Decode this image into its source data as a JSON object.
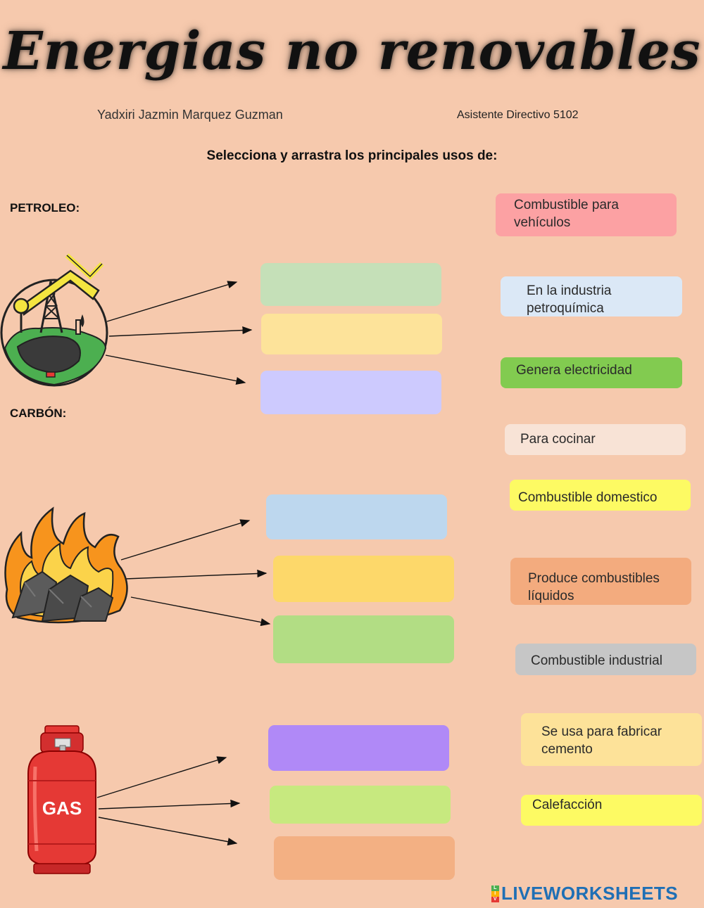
{
  "header": {
    "title": "Energias no renovables",
    "author": "Yadxiri Jazmin Marquez Guzman",
    "role": "Asistente Directivo 5102",
    "instruction": "Selecciona y arrastra los principales usos de:"
  },
  "sections": {
    "petroleo_label": "PETROLEO:",
    "carbon_label": "CARBÓN:"
  },
  "illustrations": {
    "gas_label": "GAS"
  },
  "drop_zones": [
    {
      "color": "#c5e0b8"
    },
    {
      "color": "#fde39a"
    },
    {
      "color": "#cdcafe"
    },
    {
      "color": "#bdd7ee"
    },
    {
      "color": "#fdd86a"
    },
    {
      "color": "#b2dd84"
    },
    {
      "color": "#b089f7"
    },
    {
      "color": "#c7e97f"
    },
    {
      "color": "#f3b083"
    }
  ],
  "options": [
    {
      "label": "Combustible para vehículos",
      "color": "#fca1a3"
    },
    {
      "label": "En la industria petroquímica",
      "color": "#dbe8f6"
    },
    {
      "label": "Genera electricidad",
      "color": "#82cb50"
    },
    {
      "label": "Para cocinar",
      "color": "#f8e3d6"
    },
    {
      "label": "Combustible domestico",
      "color": "#fdfa63"
    },
    {
      "label": "Produce combustibles líquidos",
      "color": "#f3ab7e"
    },
    {
      "label": "Combustible industrial",
      "color": "#c6c6c6"
    },
    {
      "label": "Se usa para fabricar cemento",
      "color": "#fde299"
    },
    {
      "label": "Calefacción",
      "color": "#fdfa63"
    }
  ],
  "footer": {
    "brand": "LIVEWORKSHEETS",
    "brand_color": "#1f6fb5"
  }
}
